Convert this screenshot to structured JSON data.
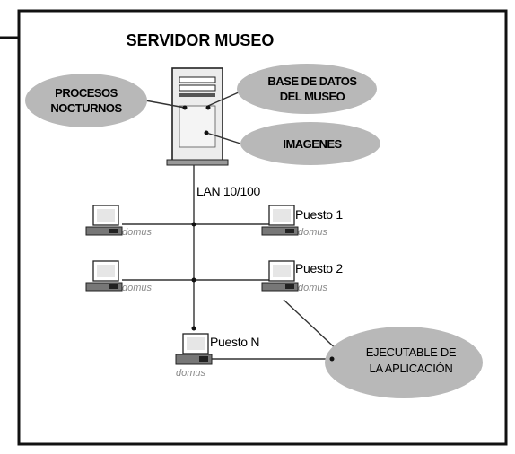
{
  "title": "SERVIDOR MUSEO",
  "ellipses": {
    "procesos": [
      "PROCESOS",
      "NOCTURNOS"
    ],
    "base_datos": [
      "BASE DE DATOS",
      "DEL MUSEO"
    ],
    "imagenes": "IMAGENES",
    "ejecutable": [
      "EJECUTABLE DE",
      "LA APLICACIÓN"
    ]
  },
  "network_label": "LAN 10/100",
  "stations": {
    "puesto1": "Puesto 1",
    "puesto2": "Puesto 2",
    "puestoN": "Puesto N"
  },
  "brand": "domus",
  "colors": {
    "ellipse": "#b8b8b8",
    "frame": "#111111"
  }
}
